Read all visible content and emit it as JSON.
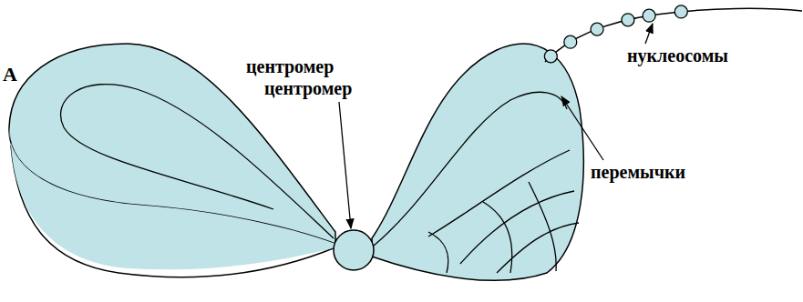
{
  "diagram": {
    "labels": [
      "А",
      "центромер",
      "центромер",
      "нуклеосомы",
      "перемычки"
    ]
  }
}
